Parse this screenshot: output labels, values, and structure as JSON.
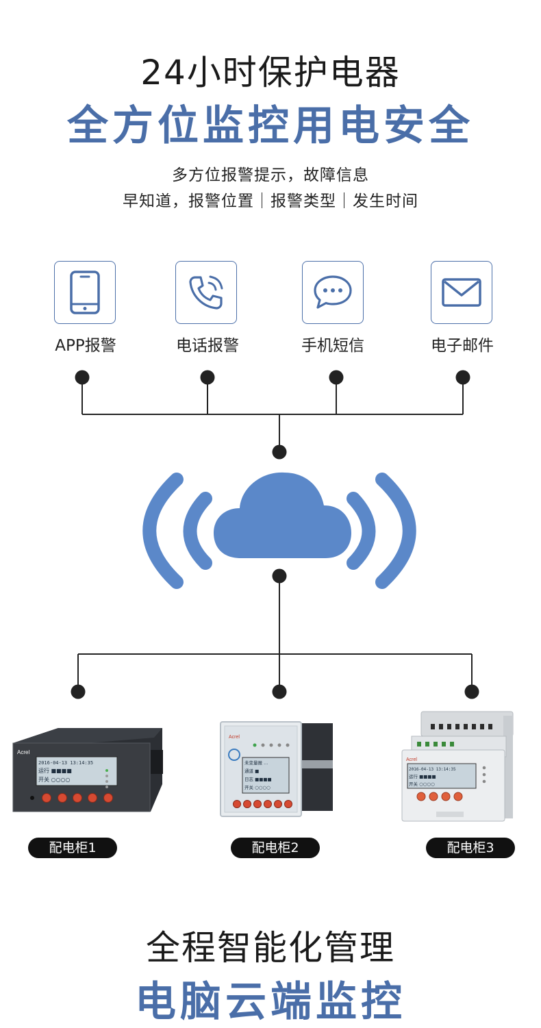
{
  "header": {
    "line1": "24小时保护电器",
    "line2": "全方位监控用电安全",
    "desc1": "多方位报警提示，故障信息",
    "desc2": "早知道，报警位置｜报警类型｜发生时间"
  },
  "alerts": [
    {
      "label": "APP报警",
      "icon": "smartphone-icon"
    },
    {
      "label": "电话报警",
      "icon": "phone-call-icon"
    },
    {
      "label": "手机短信",
      "icon": "chat-bubble-icon"
    },
    {
      "label": "电子邮件",
      "icon": "mail-icon"
    }
  ],
  "cloud": {
    "icon": "cloud-signal-icon",
    "color": "#5b88c9"
  },
  "devices": [
    {
      "label": "配电柜1",
      "brand": "Acrel",
      "screen": [
        "2016-04-13  13:14:35",
        "运行 ■■■■",
        "开关 ○○○○"
      ]
    },
    {
      "label": "配电柜2",
      "brand": "Acrel",
      "screen": [
        "未变量报 ...",
        "通道 ■",
        "日志 ■■■■",
        "开关 ○○○○"
      ]
    },
    {
      "label": "配电柜3",
      "brand": "Acrel",
      "screen": [
        "2016-04-13  13:14:35",
        "运行 ■■■■",
        "开关 ○○○○"
      ]
    }
  ],
  "footer": {
    "line1": "全程智能化管理",
    "line2": "电脑云端监控"
  },
  "colors": {
    "accent": "#4a6ea8",
    "line": "#222222"
  }
}
